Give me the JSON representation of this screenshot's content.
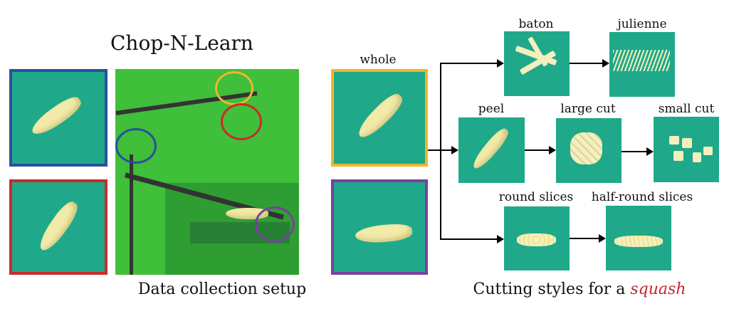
{
  "title": "Chop-N-Learn",
  "left_caption": "Data collection setup",
  "right_caption_prefix": "Cutting styles for a",
  "right_caption_item": "squash",
  "labels": {
    "whole": "whole",
    "baton": "baton",
    "julienne": "julienne",
    "peel": "peel",
    "large_cut": "large cut",
    "small_cut": "small cut",
    "round_slices": "round slices",
    "half_round_slices": "half-round slices"
  },
  "colors": {
    "blue_camera": "#2a4fa0",
    "red_camera": "#cc2a2a",
    "orange_camera": "#f2b52c",
    "purple_camera": "#7a3fa0",
    "squash_highlight": "#c0282d",
    "green_screen": "#1fa98a"
  }
}
